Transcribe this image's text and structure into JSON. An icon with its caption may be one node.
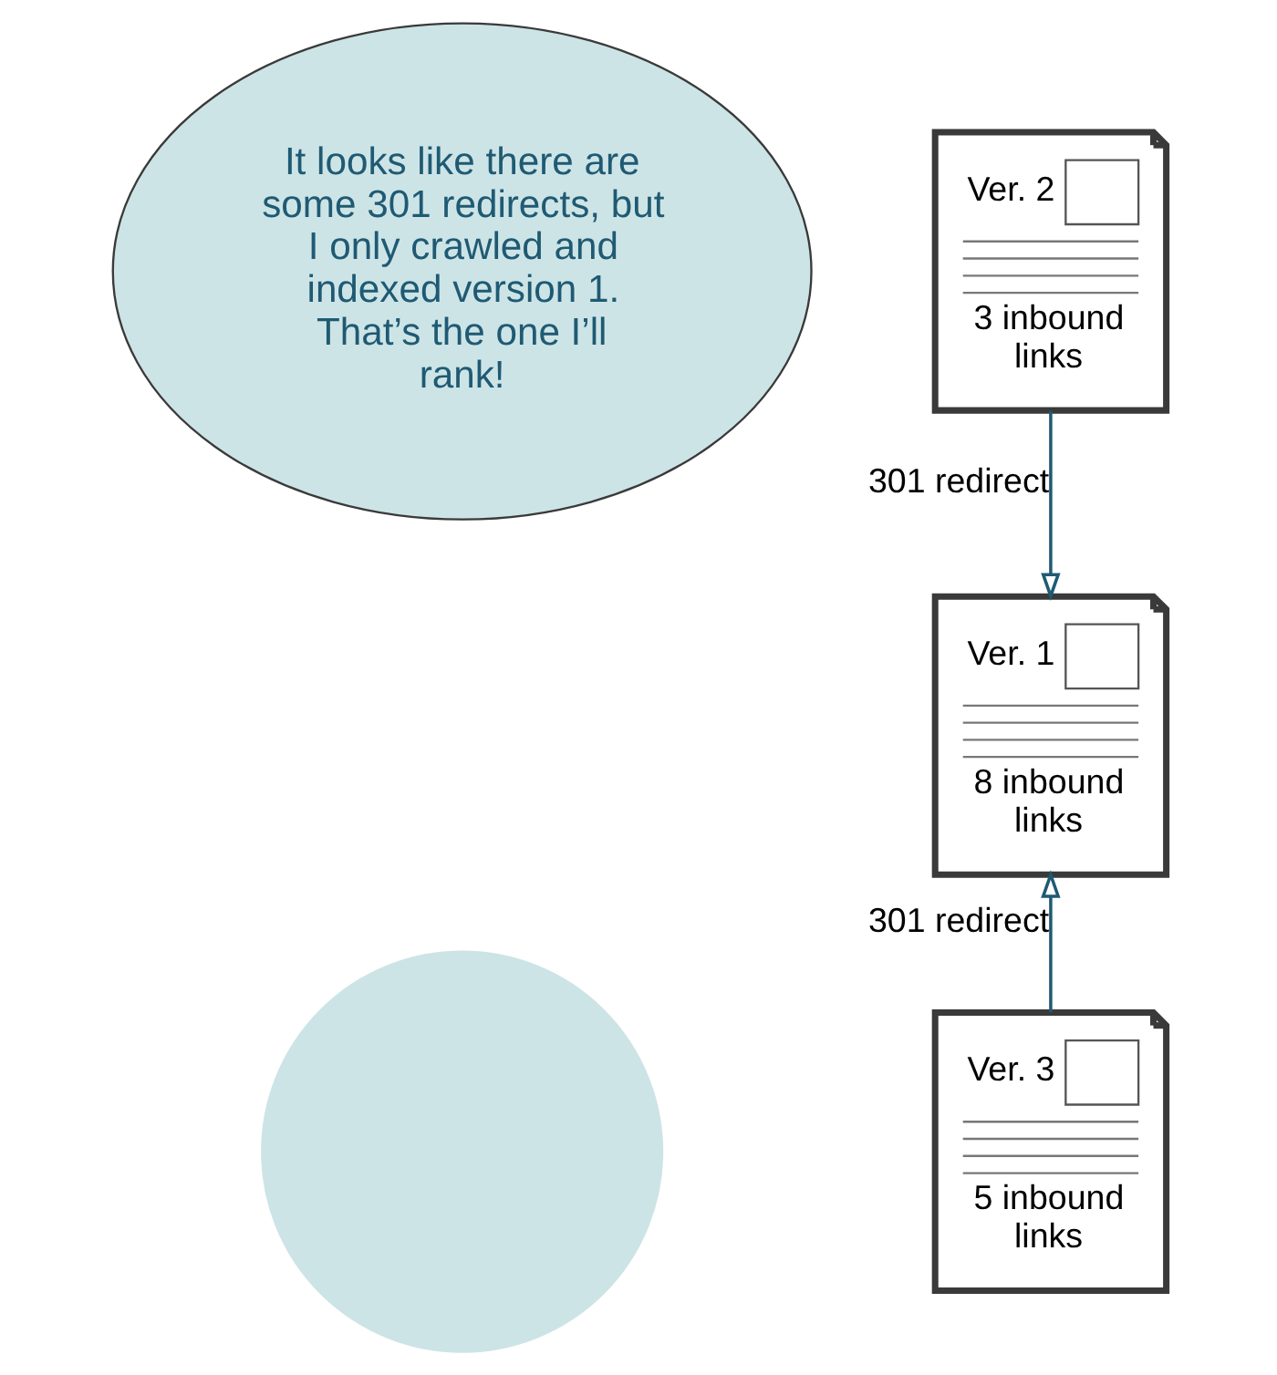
{
  "diagram": {
    "nodes": [
      {
        "text": [
          "It looks like there are some 301 redirects, but I only crawled and indexed version 1. That’s the one I’ll rank!"
        ]
      },
      {
        "text": [],
        "shape": "circle"
      },
      {
        "text": [
          "Ver. 2",
          "3 inbound links"
        ]
      },
      {
        "text": [
          "Ver. 1",
          "8 inbound links"
        ]
      },
      {
        "text": [
          "Ver. 3",
          "5 inbound links"
        ]
      }
    ],
    "edges": [
      {
        "from": 2,
        "to": 3,
        "arrow": "to",
        "label": "301 redirect"
      },
      {
        "from": 4,
        "to": 3,
        "arrow": "to",
        "label": "301 redirect"
      }
    ]
  }
}
